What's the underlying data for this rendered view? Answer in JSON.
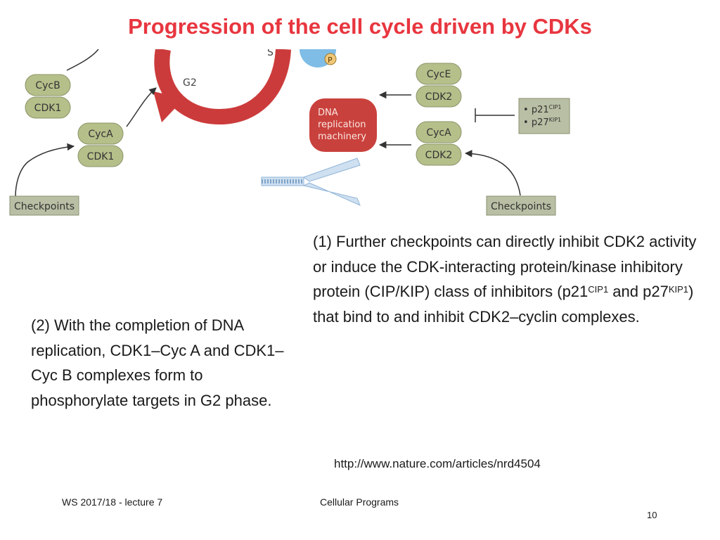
{
  "slide": {
    "title": "Progression of the cell cycle driven by CDKs"
  },
  "diagram": {
    "complexes": {
      "cycb": "CycB",
      "cdk1_top": "CDK1",
      "cyca_left": "CycA",
      "cdk1_bottom": "CDK1",
      "cyce": "CycE",
      "cdk2_top": "CDK2",
      "cyca_right": "CycA",
      "cdk2_bottom": "CDK2"
    },
    "phase_g2": "G2",
    "phase_s": "S",
    "phosphate": "P",
    "dna_machinery": [
      "DNA",
      "replication",
      "machinery"
    ],
    "inhibitors": {
      "p21_base": "p21",
      "p21_sup": "CIP1",
      "p27_base": "p27",
      "p27_sup": "KIP1"
    },
    "checkpoints_left": "Checkpoints",
    "checkpoints_right": "Checkpoints"
  },
  "text": {
    "p1_a": "(1) Further checkpoints can directly inhibit CDK2 activity or induce the CDK-interacting protein/kinase inhibitory protein (CIP/KIP) class of inhibitors (p21",
    "p1_sup1": "CIP1",
    "p1_b": " and p27",
    "p1_sup2": "KIP1",
    "p1_c": ") that bind to and inhibit CDK2–cyclin complexes.",
    "p2": "(2) With the completion of DNA replication, CDK1–Cyc A and CDK1–Cyc B complexes form to phosphorylate targets in G2 phase."
  },
  "source_url": "http://www.nature.com/articles/nrd4504",
  "footer": {
    "left": "WS 2017/18 - lecture 7",
    "center": "Cellular Programs",
    "page": "10"
  },
  "colors": {
    "title": "#e8363f",
    "complex_fill": "#b5bf8a",
    "complex_stroke": "#8a9468",
    "cycle_arrow": "#cc3b3b",
    "dna_box": "#c9413c",
    "checkpoint_box": "#b9bfa4",
    "dna_strand": "#8fb4d8"
  }
}
